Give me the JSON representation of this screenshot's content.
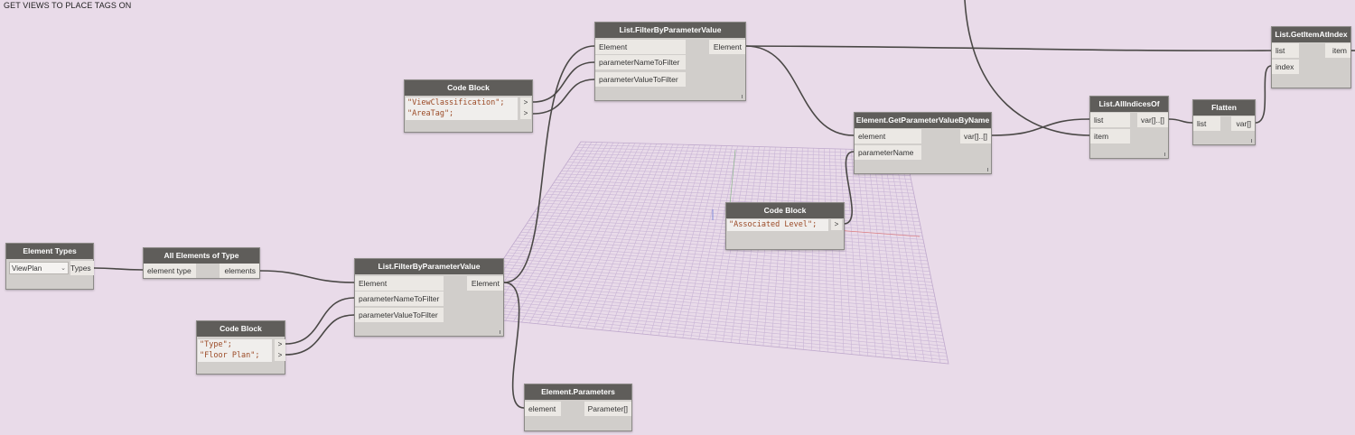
{
  "canvas": {
    "title": "GET VIEWS TO PLACE TAGS ON",
    "background": "#e9dbe9",
    "wire_color": "#4a4846"
  },
  "nodes": {
    "element_types": {
      "title": "Element Types",
      "dropdown_value": "ViewPlan",
      "output": "Types"
    },
    "all_elements": {
      "title": "All Elements of Type",
      "input": "element type",
      "output": "elements"
    },
    "filter_bottom": {
      "title": "List.FilterByParameterValue",
      "inputs": [
        "Element",
        "parameterNameToFilter",
        "parameterValueToFilter"
      ],
      "output": "Element"
    },
    "code_type": {
      "title": "Code Block",
      "lines": [
        "\"Type\";",
        "\"Floor Plan\";"
      ],
      "arrow": ">"
    },
    "code_view": {
      "title": "Code Block",
      "lines": [
        "\"ViewClassification\";",
        "\"AreaTag\";"
      ],
      "arrow": ">"
    },
    "filter_top": {
      "title": "List.FilterByParameterValue",
      "inputs": [
        "Element",
        "parameterNameToFilter",
        "parameterValueToFilter"
      ],
      "output": "Element"
    },
    "element_parameters": {
      "title": "Element.Parameters",
      "input": "element",
      "output": "Parameter[]"
    },
    "code_level": {
      "title": "Code Block",
      "lines": [
        "\"Associated Level\";"
      ],
      "arrow": ">"
    },
    "get_param": {
      "title": "Element.GetParameterValueByName",
      "inputs": [
        "element",
        "parameterName"
      ],
      "output": "var[]..[]"
    },
    "all_indices": {
      "title": "List.AllIndicesOf",
      "inputs": [
        "list",
        "item"
      ],
      "output": "var[]..[]"
    },
    "flatten": {
      "title": "Flatten",
      "input": "list",
      "output": "var[]"
    },
    "get_item": {
      "title": "List.GetItemAtIndex",
      "inputs": [
        "list",
        "index"
      ],
      "output": "item"
    }
  }
}
